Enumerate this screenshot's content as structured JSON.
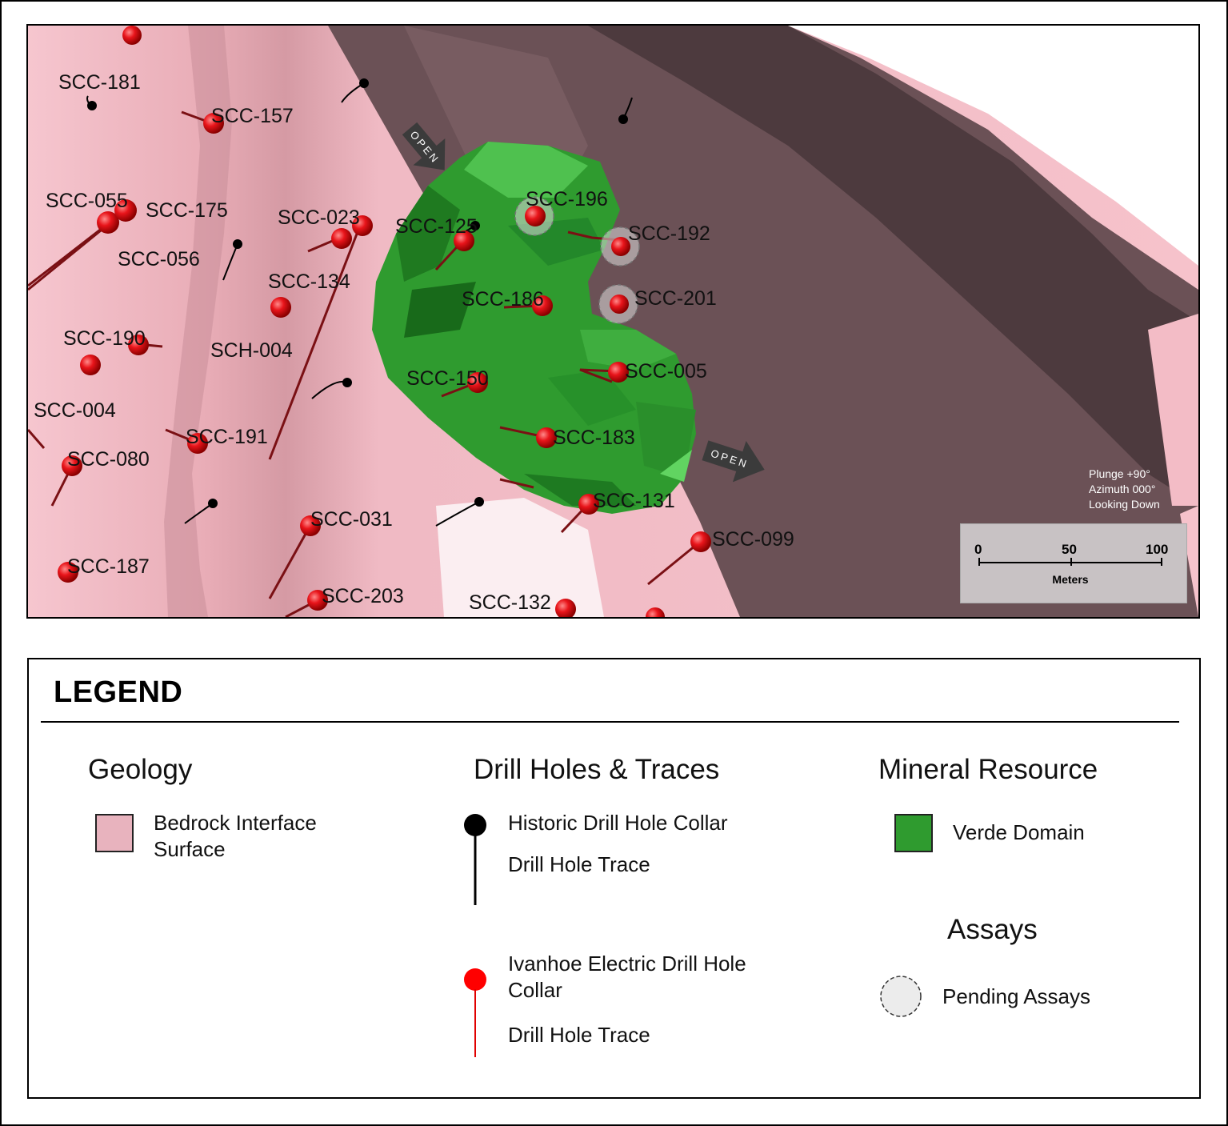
{
  "colors": {
    "bedrock_surface": "#f3bcc6",
    "dark_rock": "#6b5156",
    "verde_domain": "#2f9b2f",
    "ivanhoe_collar": "#e01010",
    "historic_collar": "#000000",
    "pending_assays": "#ececec"
  },
  "map": {
    "drill_holes": [
      {
        "label": "SCC-181",
        "type": "ivanhoe"
      },
      {
        "label": "SCC-157",
        "type": "ivanhoe"
      },
      {
        "label": "SCC-055",
        "type": "ivanhoe"
      },
      {
        "label": "SCC-175",
        "type": "ivanhoe"
      },
      {
        "label": "SCC-056",
        "type": "ivanhoe"
      },
      {
        "label": "SCC-023",
        "type": "ivanhoe"
      },
      {
        "label": "SCC-134",
        "type": "ivanhoe"
      },
      {
        "label": "SCC-125",
        "type": "ivanhoe"
      },
      {
        "label": "SCC-196",
        "type": "ivanhoe",
        "pending": true
      },
      {
        "label": "SCC-192",
        "type": "ivanhoe",
        "pending": true
      },
      {
        "label": "SCC-201",
        "type": "ivanhoe",
        "pending": true
      },
      {
        "label": "SCC-186",
        "type": "ivanhoe"
      },
      {
        "label": "SCC-190",
        "type": "ivanhoe"
      },
      {
        "label": "SCH-004",
        "type": "ivanhoe"
      },
      {
        "label": "SCC-004",
        "type": "ivanhoe"
      },
      {
        "label": "SCC-150",
        "type": "ivanhoe"
      },
      {
        "label": "SCC-005",
        "type": "ivanhoe"
      },
      {
        "label": "SCC-191",
        "type": "ivanhoe"
      },
      {
        "label": "SCC-080",
        "type": "ivanhoe"
      },
      {
        "label": "SCC-183",
        "type": "ivanhoe"
      },
      {
        "label": "SCC-131",
        "type": "ivanhoe"
      },
      {
        "label": "SCC-031",
        "type": "ivanhoe"
      },
      {
        "label": "SCC-099",
        "type": "ivanhoe"
      },
      {
        "label": "SCC-187",
        "type": "ivanhoe"
      },
      {
        "label": "SCC-203",
        "type": "ivanhoe"
      },
      {
        "label": "SCC-132",
        "type": "ivanhoe"
      }
    ],
    "open_arrow_1": "OPEN",
    "open_arrow_2": "OPEN",
    "view": {
      "plunge": "Plunge +90°",
      "azimuth": "Azimuth 000°",
      "looking": "Looking Down"
    },
    "scale_bar": {
      "ticks": [
        "0",
        "50",
        "100"
      ],
      "unit": "Meters"
    }
  },
  "legend": {
    "title": "LEGEND",
    "geology": {
      "heading": "Geology",
      "item_line1": "Bedrock Interface",
      "item_line2": "Surface"
    },
    "drill_holes": {
      "heading": "Drill Holes & Traces",
      "historic_collar": "Historic Drill Hole Collar",
      "historic_trace": "Drill Hole Trace",
      "ivanhoe_line1": "Ivanhoe Electric Drill Hole",
      "ivanhoe_line2": "Collar",
      "ivanhoe_trace": "Drill Hole Trace"
    },
    "mineral_resource": {
      "heading": "Mineral Resource",
      "item": "Verde Domain"
    },
    "assays": {
      "heading": "Assays",
      "item": "Pending Assays"
    }
  }
}
